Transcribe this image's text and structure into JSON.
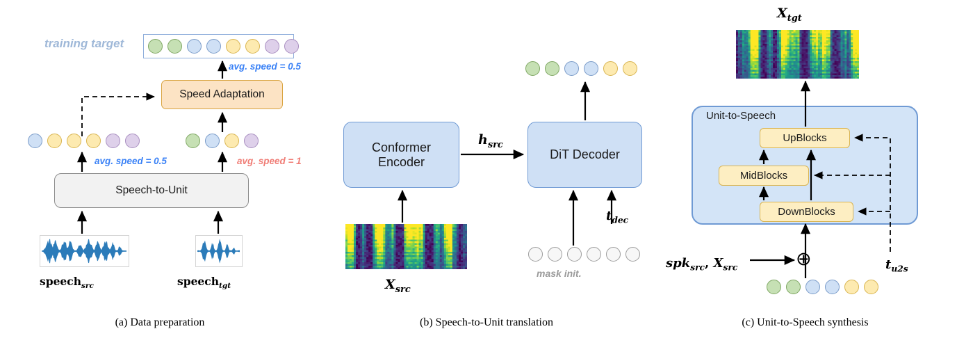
{
  "figure": {
    "title": "Three-panel model architecture diagram",
    "colors": {
      "unit_green": "#c6e0b4",
      "unit_blue": "#cfe0f5",
      "unit_yellow": "#fdeab0",
      "unit_purple": "#ded0ea",
      "unit_gray": "#f7f7f7",
      "box_orange": "#fce3c4",
      "box_blue": "#cfe0f5",
      "box_yellow": "#fdeec2",
      "box_gray": "#f2f2f2",
      "speed_blue": "#3b82f6",
      "speed_red": "#f07d76",
      "target_label": "#9fb8d8",
      "waveform": "#2b7bb9"
    }
  },
  "panel_a": {
    "caption": "(a) Data preparation",
    "training_target_label": "training target",
    "target_units": [
      "green",
      "green",
      "blue",
      "blue",
      "yellow",
      "yellow",
      "purple",
      "purple"
    ],
    "speed_adaptation_box": "Speed Adaptation",
    "speed_out_label": "avg. speed = 0.5",
    "src_units": [
      "blue",
      "yellow",
      "yellow",
      "yellow",
      "purple",
      "purple"
    ],
    "tgt_units": [
      "green",
      "blue",
      "yellow",
      "purple"
    ],
    "speed_src_label": "avg. speed = 0.5",
    "speed_tgt_label": "avg. speed = 1",
    "speech_to_unit_box": "Speech-to-Unit",
    "speech_src_label": "speech",
    "speech_src_sub": "src",
    "speech_tgt_label": "speech",
    "speech_tgt_sub": "tgt"
  },
  "panel_b": {
    "caption": "(b) Speech-to-Unit translation",
    "encoder_box_line1": "Conformer",
    "encoder_box_line2": "Encoder",
    "decoder_box": "DiT Decoder",
    "h_src_label": "h",
    "h_src_sub": "src",
    "output_units": [
      "green",
      "green",
      "blue",
      "blue",
      "yellow",
      "yellow"
    ],
    "mask_units": [
      "gray",
      "gray",
      "gray",
      "gray",
      "gray",
      "gray"
    ],
    "mask_init_label": "mask init.",
    "t_dec_label": "t",
    "t_dec_sub": "dec",
    "x_src_label": "X",
    "x_src_sub": "src"
  },
  "panel_c": {
    "caption": "(c) Unit-to-Speech synthesis",
    "x_tgt_label": "X",
    "x_tgt_sub": "tgt",
    "container_label": "Unit-to-Speech",
    "blocks": [
      "UpBlocks",
      "MidBlocks",
      "DownBlocks"
    ],
    "cond_label_spk": "spk",
    "cond_label_spk_sub": "src",
    "cond_label_comma": ", ",
    "cond_label_x": "X",
    "cond_label_x_sub": "src",
    "plus_symbol": "⊕",
    "t_u2s_label": "t",
    "t_u2s_sub": "u2s",
    "input_units": [
      "green",
      "green",
      "blue",
      "blue",
      "yellow",
      "yellow"
    ]
  }
}
